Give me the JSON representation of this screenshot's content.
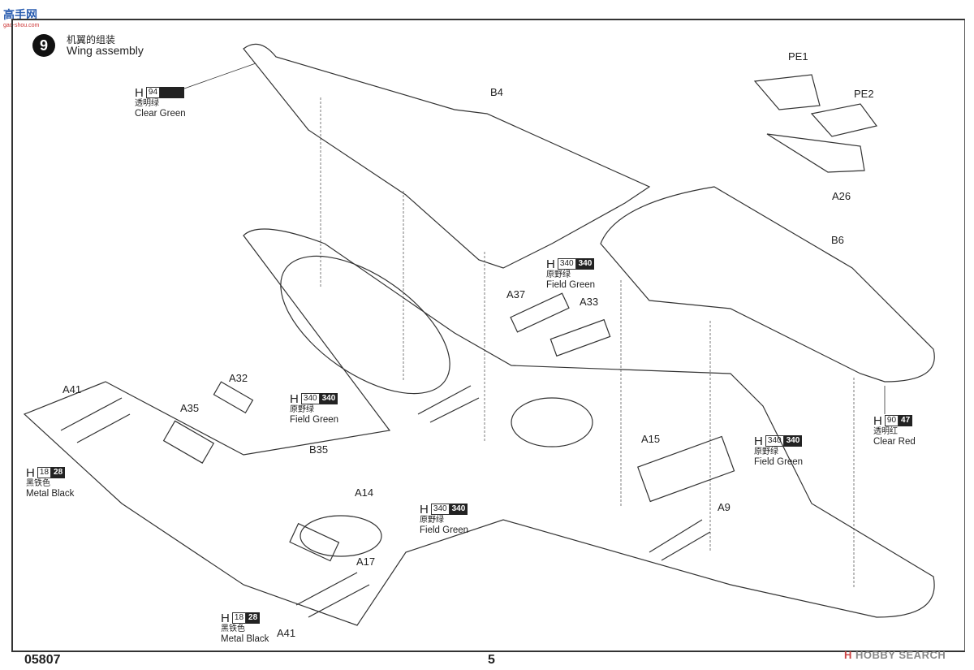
{
  "watermark": {
    "title": "高手网",
    "url": "gao-shou.com"
  },
  "step": {
    "number": "9",
    "title_cn": "机翼的组装",
    "title_en": "Wing assembly"
  },
  "part_labels": {
    "B4": "B4",
    "B6": "B6",
    "PE1": "PE1",
    "PE2": "PE2",
    "A26": "A26",
    "A37": "A37",
    "A33": "A33",
    "A32": "A32",
    "A35": "A35",
    "A41_top": "A41",
    "B35": "B35",
    "A14": "A14",
    "A17": "A17",
    "A41_bottom": "A41",
    "A15": "A15",
    "A9": "A9"
  },
  "paint_callouts": [
    {
      "prefix": "H",
      "code1": "94",
      "code2": "",
      "name_cn": "透明绿",
      "name_en": "Clear Green"
    },
    {
      "prefix": "H",
      "code1": "340",
      "code2": "340",
      "name_cn": "原野绿",
      "name_en": "Field Green"
    },
    {
      "prefix": "H",
      "code1": "340",
      "code2": "340",
      "name_cn": "原野绿",
      "name_en": "Field Green"
    },
    {
      "prefix": "H",
      "code1": "18",
      "code2": "28",
      "name_cn": "黑铁色",
      "name_en": "Metal  Black"
    },
    {
      "prefix": "H",
      "code1": "340",
      "code2": "340",
      "name_cn": "原野绿",
      "name_en": "Field Green"
    },
    {
      "prefix": "H",
      "code1": "90",
      "code2": "47",
      "name_cn": "透明红",
      "name_en": "Clear Red"
    },
    {
      "prefix": "H",
      "code1": "340",
      "code2": "340",
      "name_cn": "原野绿",
      "name_en": "Field Green"
    },
    {
      "prefix": "H",
      "code1": "18",
      "code2": "28",
      "name_cn": "黑铁色",
      "name_en": "Metal  Black"
    }
  ],
  "footer": {
    "product_code": "05807",
    "page_number": "5",
    "brand_mark": "H",
    "brand_text": "HOBBY SEARCH"
  }
}
